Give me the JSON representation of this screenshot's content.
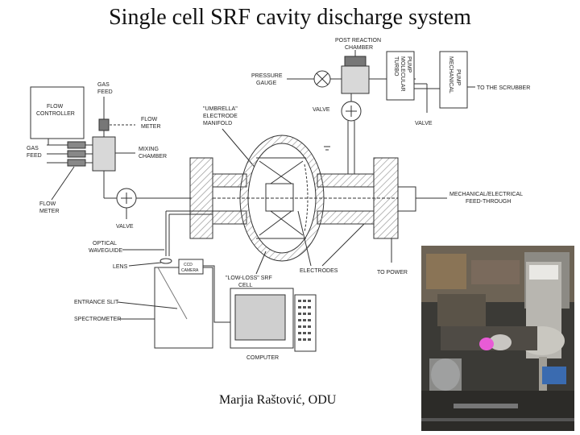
{
  "title": "Single cell SRF cavity discharge system",
  "credit": "Marjia Raštović, ODU",
  "labels": {
    "flow_controller": [
      "FLOW",
      "CONTROLLER"
    ],
    "gas_feed_top": [
      "GAS",
      "FEED"
    ],
    "flow_meter_top": [
      "FLOW",
      "METER"
    ],
    "mixing_chamber": [
      "MIXING",
      "CHAMBER"
    ],
    "gas_feed_left": [
      "GAS",
      "FEED"
    ],
    "flow_meter_bottom": [
      "FLOW",
      "METER"
    ],
    "valve_left": "VALVE",
    "umbrella": [
      "\"UMBRELLA\"",
      "ELECTRODE",
      "MANIFOLD"
    ],
    "pressure_gauge": [
      "PRESSURE",
      "GAUGE"
    ],
    "post_reaction": [
      "POST REACTION",
      "CHAMBER"
    ],
    "turbo_pump": [
      "TURBO",
      "MOLECULAR",
      "PUMP"
    ],
    "mechanical_pump": [
      "MECHANICAL",
      "PUMP"
    ],
    "to_scrubber": "TO THE SCRUBBER",
    "valve_upper": "VALVE",
    "valve_right": "VALVE",
    "feedthrough": [
      "MECHANICAL/ELECTRICAL",
      "FEED-THROUGH"
    ],
    "optical_waveguide": [
      "OPTICAL",
      "WAVEGUIDE"
    ],
    "lens": "LENS",
    "ccd": [
      "CCD",
      "CAMERA"
    ],
    "low_loss": [
      "\"LOW-LOSS\" SRF",
      "CELL"
    ],
    "electrodes": "ELECTRODES",
    "to_power": "TO POWER",
    "entrance_slit": "ENTRANCE SLIT",
    "spectrometer": "SPECTROMETER",
    "computer": "COMPUTER"
  },
  "colors": {
    "line": "#333333",
    "hatch": "#9a9a9a",
    "photo_bg": "#3b3a36",
    "plasma_glow": "#e85bd6"
  }
}
